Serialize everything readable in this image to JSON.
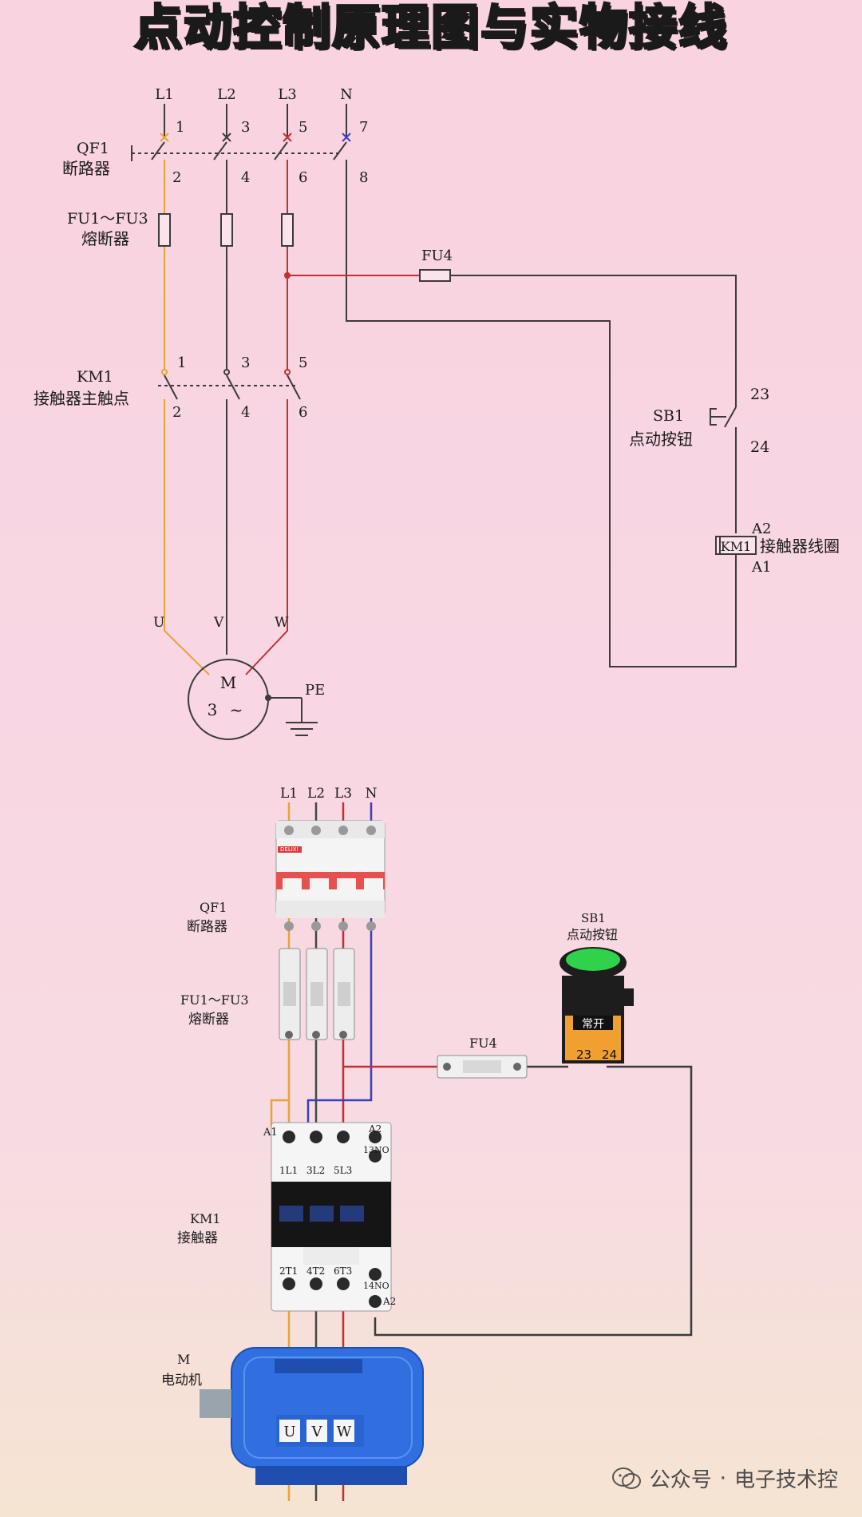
{
  "title": "点动控制原理图与实物接线",
  "schematic": {
    "phases": [
      "L1",
      "L2",
      "L3",
      "N"
    ],
    "qf_top_terms": [
      "1",
      "3",
      "5",
      "7"
    ],
    "qf_bottom_terms": [
      "2",
      "4",
      "6",
      "8"
    ],
    "qf1_name": "QF1",
    "qf1_desc": "断路器",
    "fu_name": "FU1～FU3",
    "fu_desc": "熔断器",
    "fu4": "FU4",
    "km_top_terms": [
      "1",
      "3",
      "5"
    ],
    "km_bottom_terms": [
      "2",
      "4",
      "6"
    ],
    "km1_name": "KM1",
    "km1_desc": "接触器主触点",
    "sb1_name": "SB1",
    "sb1_desc": "点动按钮",
    "sb1_t23": "23",
    "sb1_t24": "24",
    "coil_a2": "A2",
    "coil_a1": "A1",
    "coil_box": "KM1",
    "coil_desc": "接触器线圈",
    "motor_uvw": [
      "U",
      "V",
      "W"
    ],
    "motor_m": "M",
    "motor_3": "3",
    "motor_tilde": "~",
    "pe": "PE"
  },
  "physical": {
    "phases": [
      "L1",
      "L2",
      "L3",
      "N"
    ],
    "qf1_name": "QF1",
    "qf1_desc": "断路器",
    "breaker_brand": "DELIXI",
    "fu_name": "FU1～FU3",
    "fu_desc": "熔断器",
    "fu4": "FU4",
    "sb1_name": "SB1",
    "sb1_desc": "点动按钮",
    "sb1_no": "常开",
    "sb1_t23": "23",
    "sb1_t24": "24",
    "km1_name": "KM1",
    "km1_desc": "接触器",
    "km_a1": "A1",
    "km_a2_top": "A2",
    "km_a2_bottom": "A2",
    "km_top_terms": [
      "1L1",
      "3L2",
      "5L3"
    ],
    "km_13no": "13NO",
    "km_bottom_terms": [
      "2T1",
      "4T2",
      "6T3"
    ],
    "km_14no": "14NO",
    "motor_name": "M",
    "motor_desc": "电动机",
    "motor_uvw": [
      "U",
      "V",
      "W"
    ]
  },
  "watermark": {
    "channel": "公众号",
    "separator": "·",
    "author": "电子技术控"
  },
  "colors": {
    "wire_l1": "#e8a23a",
    "wire_l2": "#3f4a3f",
    "wire_l3": "#c23030",
    "wire_n": "#3a3ec2",
    "line": "#3b3b3b",
    "title_fill": "#f7e21c",
    "motor_blue": "#2f6fe0",
    "button_green": "#2fd24a"
  }
}
